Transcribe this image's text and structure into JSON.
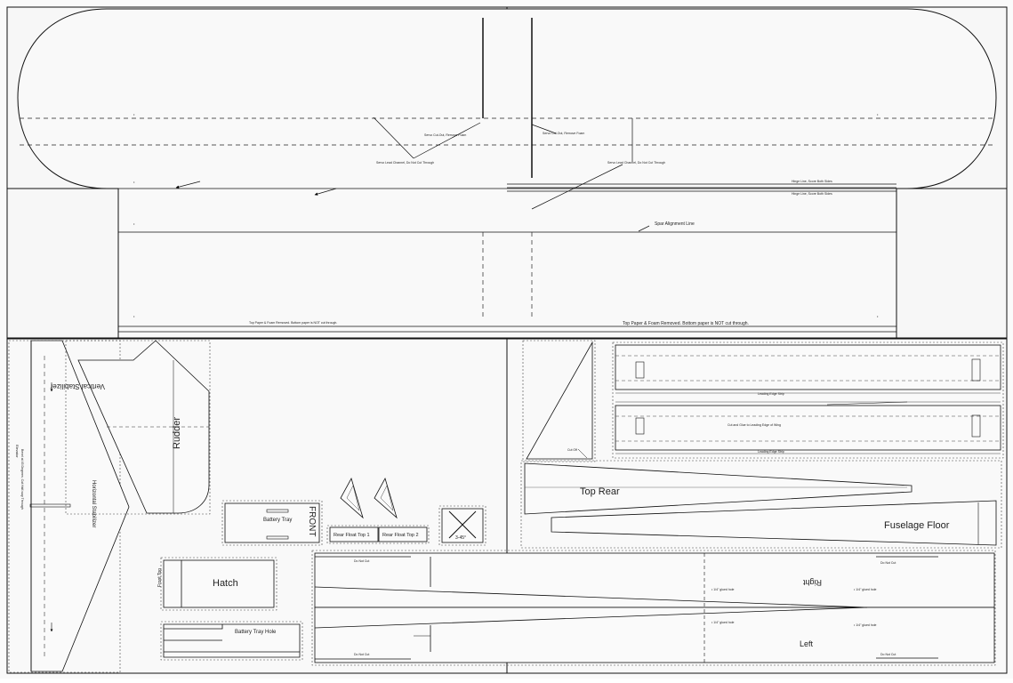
{
  "labels": {
    "spar_alignment_line": "Spar Alignment Line",
    "top_paper_note": "Top Paper & Foam Removed. Bottom paper is NOT cut through.",
    "top_paper_note_small": "Top Paper & Foam Removed. Bottom paper is NOT cut through.",
    "rudder": "Rudder",
    "vertical_stabilizer": "Vertical Stabilizer",
    "horizontal_stabilizer": "Horizontal Stabilizer",
    "battery_tray": "Battery Tray",
    "front": "FRONT",
    "rear_float_top_1": "Rear Float Top 1",
    "rear_float_top_2": "Rear Float Top 2",
    "top_rear": "Top Rear",
    "fuselage_floor": "Fuselage Floor",
    "hatch": "Hatch",
    "front_top": "Front Top",
    "battery_tray_hole": "Battery Tray Hole",
    "left": "Left",
    "right": "Right",
    "angle_45": "3-45°"
  }
}
